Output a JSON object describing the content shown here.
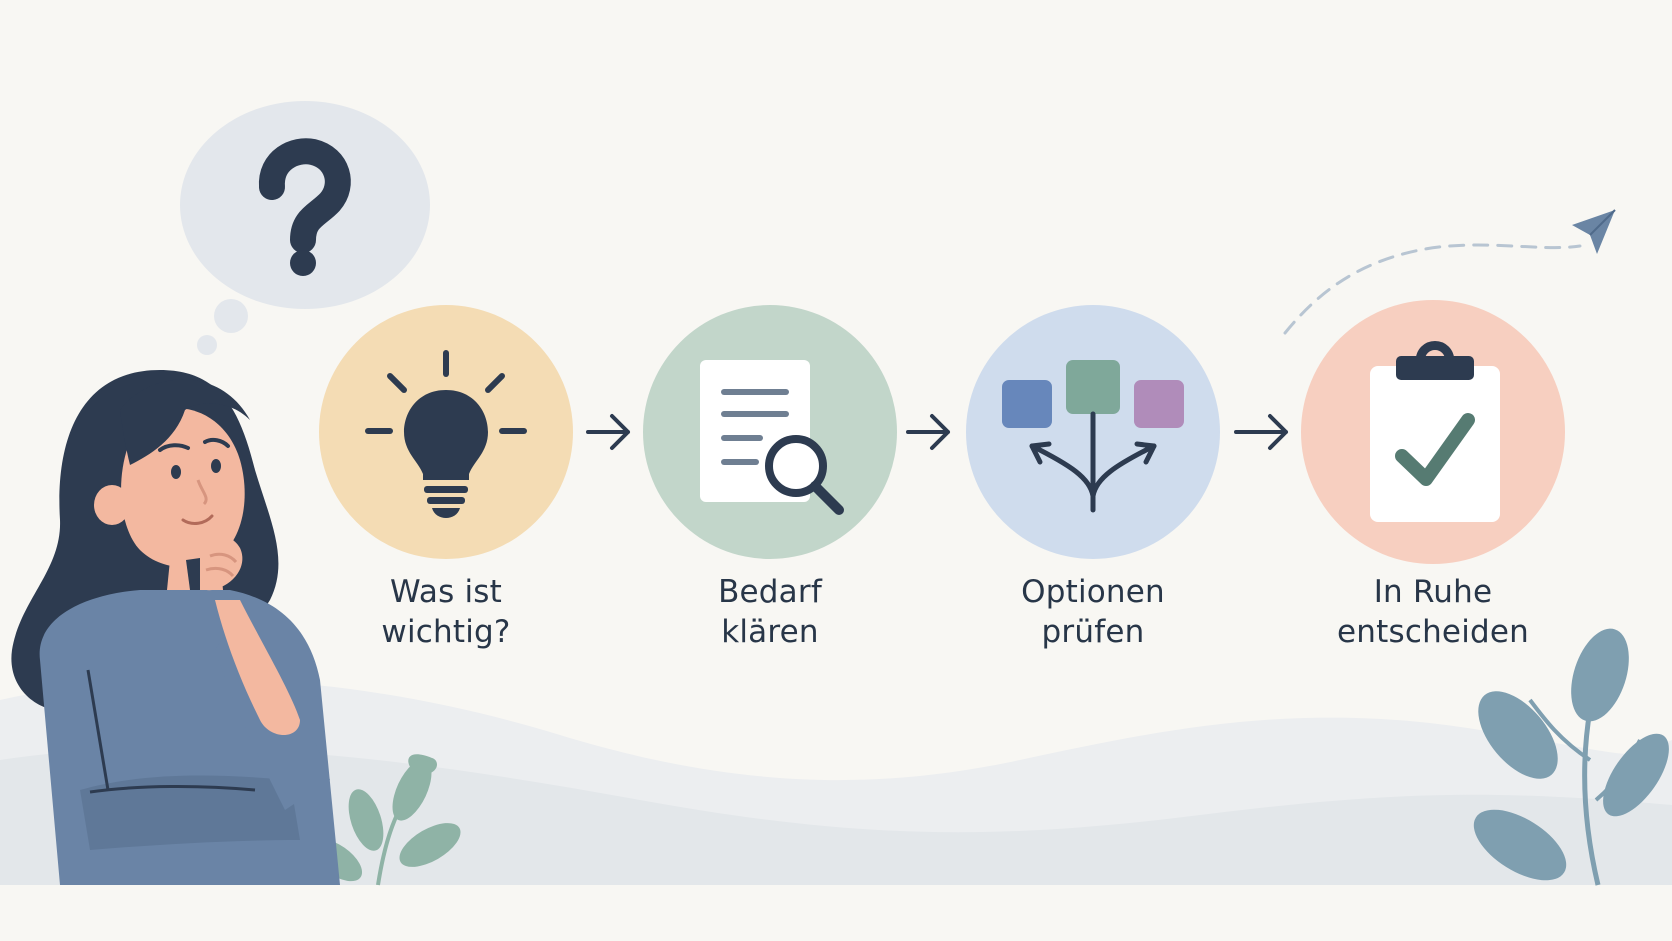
{
  "colors": {
    "background": "#f8f7f3",
    "navy": "#2d3b50",
    "step1_circle": "#f4dcb4",
    "step2_circle": "#c2d6ca",
    "step3_circle": "#cfdced",
    "step4_circle": "#f7cfc0",
    "option_blue": "#6787bb",
    "option_green": "#7fa89a",
    "option_purple": "#b08cba",
    "check_green": "#567b72",
    "plant": "#7f9fb0",
    "plant_green": "#8fb3a6",
    "sweater": "#6a84a6"
  },
  "steps": [
    {
      "icon": "lightbulb-icon",
      "line1": "Was ist",
      "line2": "wichtig?"
    },
    {
      "icon": "document-search-icon",
      "line1": "Bedarf",
      "line2": "klären"
    },
    {
      "icon": "branching-options-icon",
      "line1": "Optionen",
      "line2": "prüfen"
    },
    {
      "icon": "clipboard-check-icon",
      "line1": "In Ruhe",
      "line2": "entscheiden"
    }
  ],
  "thought": {
    "icon": "question-mark-icon"
  },
  "decor": {
    "icon": "paper-plane-icon"
  }
}
